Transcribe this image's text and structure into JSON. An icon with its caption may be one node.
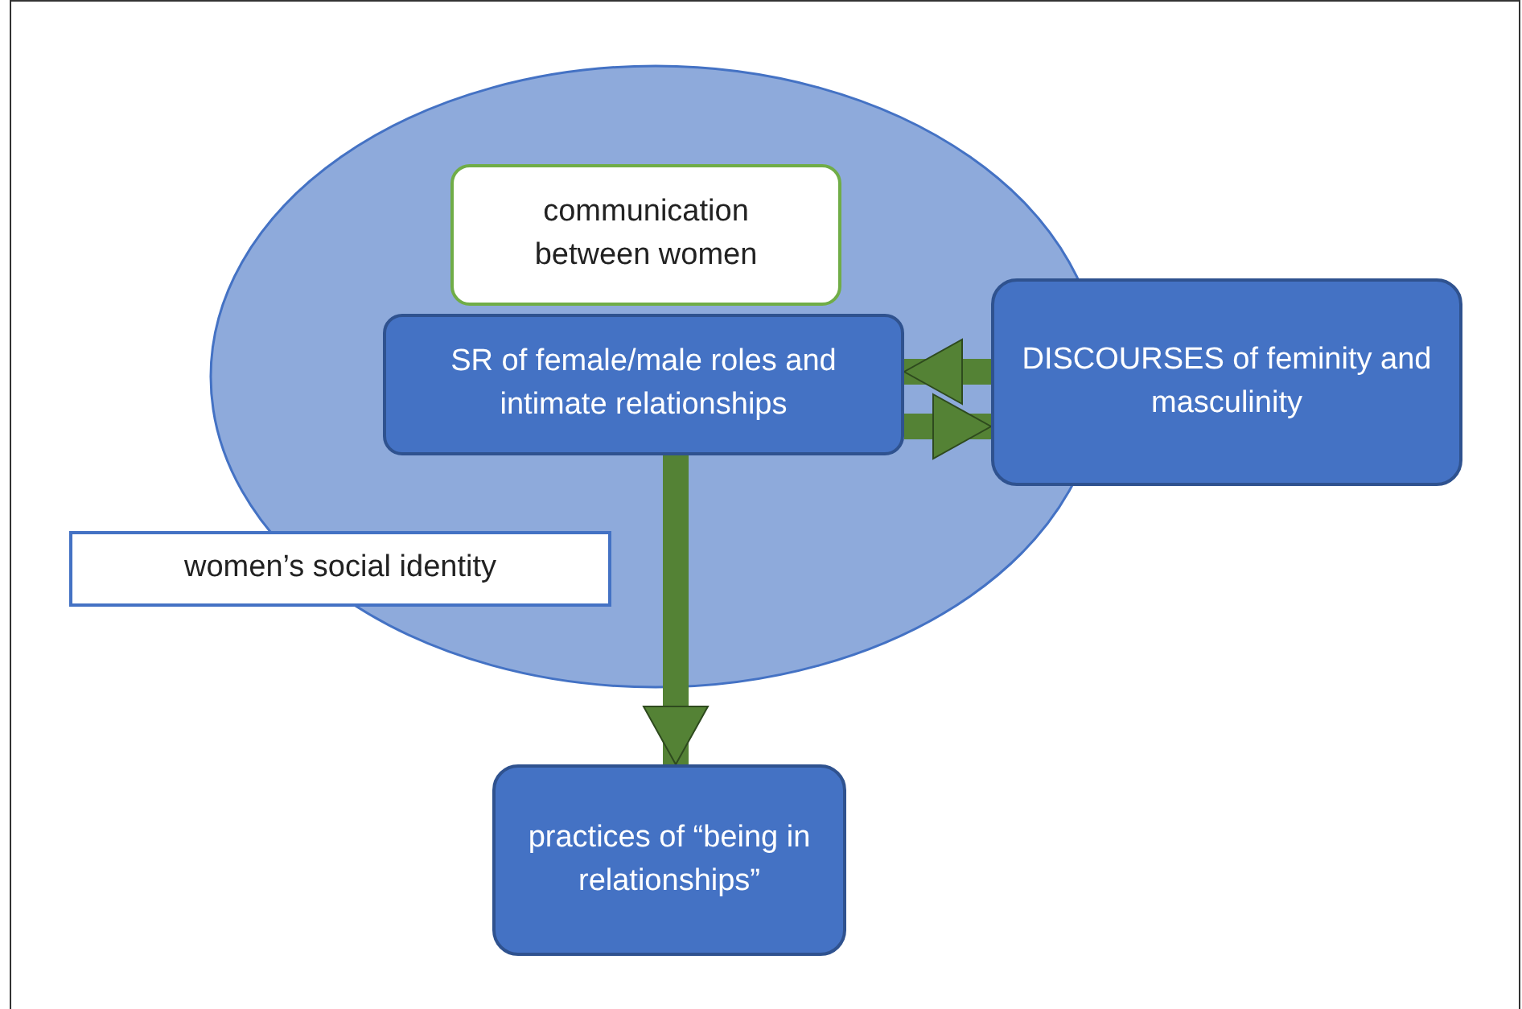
{
  "diagram": {
    "nodes": [
      {
        "text": [],
        "shape": "ellipse"
      },
      {
        "text": [
          "communication between women"
        ],
        "in": 0
      },
      {
        "text": [
          "SR of female/male roles and intimate relationships"
        ],
        "in": 0
      },
      {
        "text": [
          "DISCOURSES of feminity and masculinity"
        ]
      },
      {
        "text": [
          "women’s social identity"
        ]
      },
      {
        "text": [
          "practices of “being in relationships”"
        ]
      }
    ],
    "edges": [
      {
        "from": 3,
        "to": 2,
        "arrow": "to"
      },
      {
        "from": 2,
        "to": 3,
        "arrow": "to"
      },
      {
        "from": 2,
        "to": 5,
        "arrow": "to"
      }
    ]
  }
}
